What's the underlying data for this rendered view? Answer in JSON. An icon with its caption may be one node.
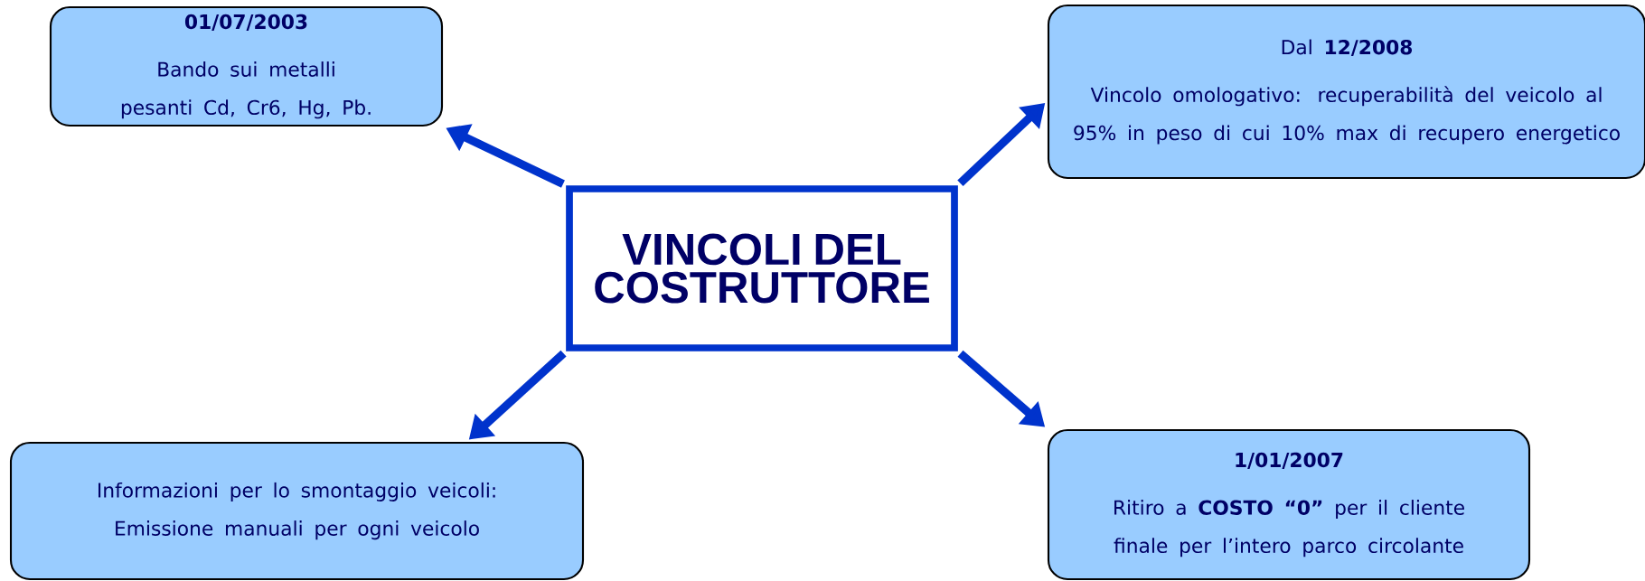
{
  "diagram": {
    "nodes": [
      {
        "text": [
          "VINCOLI DEL COSTRUTTORE"
        ]
      },
      {
        "text": [
          "01/07/2003",
          "Bando sui metalli pesanti Cd, Cr6, Hg, Pb."
        ]
      },
      {
        "text": [
          "Dal **12/2008**",
          "Vincolo omologativo: recuperabilità del veicolo al 95% in peso di cui 10% max di recupero energetico"
        ]
      },
      {
        "text": [
          "Informazioni per lo smontaggio veicoli: Emissione manuali per ogni veicolo"
        ]
      },
      {
        "text": [
          "1/01/2007",
          "Ritiro a **COSTO “0”** per il cliente finale per l’intero parco circolante"
        ]
      }
    ],
    "edges": [
      {
        "from": 0,
        "to": 1,
        "arrow": "to"
      },
      {
        "from": 0,
        "to": 2,
        "arrow": "to"
      },
      {
        "from": 0,
        "to": 3,
        "arrow": "to"
      },
      {
        "from": 0,
        "to": 4,
        "arrow": "to"
      }
    ]
  }
}
